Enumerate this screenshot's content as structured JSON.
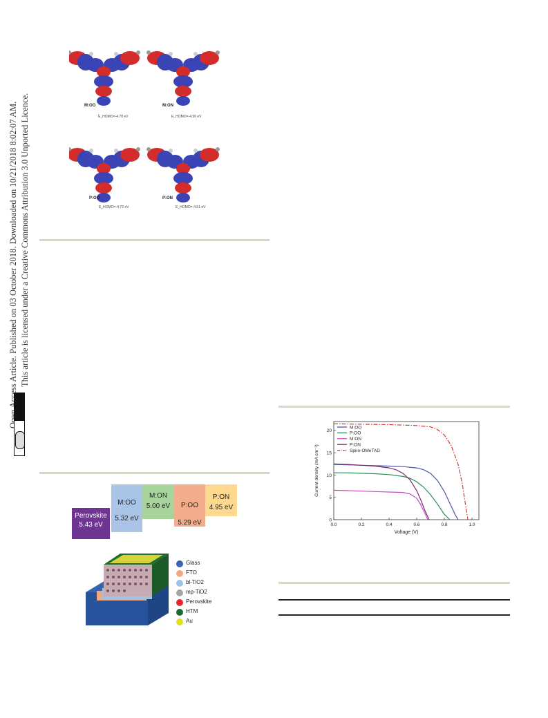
{
  "sidebar": {
    "line1": "Open Access Article. Published on 03 October 2018. Downloaded on 10/21/2018 8:02:07 AM.",
    "line2": "This article is licensed under a Creative Commons Attribution 3.0 Unported Licence.",
    "cc_badge": "cc",
    "by_badge": "BY"
  },
  "orbitals": [
    {
      "name": "M:OO",
      "energy": "E_HOMO=-4.78 eV"
    },
    {
      "name": "M:ON",
      "energy": "E_HOMO=-4.56 eV"
    },
    {
      "name": "P:OO",
      "energy": "E_HOMO=-4.72 eV"
    },
    {
      "name": "P:ON",
      "energy": "E_HOMO=-4.51 eV"
    }
  ],
  "energy_levels": [
    {
      "name": "Perovskite",
      "value": "5.43 eV",
      "color": "#6f3592"
    },
    {
      "name": "M:OO",
      "value": "5.32 eV",
      "color": "#a9c4e6"
    },
    {
      "name": "M:ON",
      "value": "5.00 eV",
      "color": "#a6d49a"
    },
    {
      "name": "P:OO",
      "value": "5.29 eV",
      "color": "#f4ad8c"
    },
    {
      "name": "P:ON",
      "value": "4.95 eV",
      "color": "#fcd98e"
    }
  ],
  "device_legend": [
    {
      "label": "Glass",
      "color": "#3a62b3"
    },
    {
      "label": "FTO",
      "color": "#f2a77e"
    },
    {
      "label": "bl-TiO2",
      "color": "#9dc3e6"
    },
    {
      "label": "mp-TiO2",
      "color": "#a6a6a6"
    },
    {
      "label": "Perovskite",
      "color": "#e8262e"
    },
    {
      "label": "HTM",
      "color": "#1d6b2f"
    },
    {
      "label": "Au",
      "color": "#e2de1f"
    }
  ],
  "chart_data": {
    "type": "line",
    "xlabel": "Voltage (V)",
    "ylabel": "Current density (mA cm⁻²)",
    "xlim": [
      0.0,
      1.05
    ],
    "ylim": [
      0,
      22
    ],
    "xticks": [
      "0.0",
      "0.2",
      "0.4",
      "0.6",
      "0.8",
      "1.0"
    ],
    "yticks": [
      "0",
      "5",
      "10",
      "15",
      "20"
    ],
    "legend_position": "top-left",
    "series": [
      {
        "name": "M:OO",
        "color": "#4a55a8",
        "dash": "none",
        "x": [
          0.0,
          0.1,
          0.2,
          0.3,
          0.4,
          0.5,
          0.6,
          0.65,
          0.7,
          0.75,
          0.8,
          0.85,
          0.88,
          0.9
        ],
        "y": [
          12.4,
          12.3,
          12.2,
          12.1,
          12.0,
          11.9,
          11.6,
          11.2,
          10.4,
          8.8,
          6.3,
          3.0,
          1.0,
          0.0
        ]
      },
      {
        "name": "P:OO",
        "color": "#2e8b57",
        "dash": "none",
        "x": [
          0.0,
          0.1,
          0.2,
          0.3,
          0.4,
          0.5,
          0.55,
          0.6,
          0.65,
          0.7,
          0.75,
          0.8,
          0.84
        ],
        "y": [
          10.5,
          10.5,
          10.4,
          10.3,
          10.1,
          9.7,
          9.3,
          8.5,
          7.3,
          5.6,
          3.5,
          1.2,
          0.0
        ]
      },
      {
        "name": "M:ON",
        "color": "#c84cc0",
        "dash": "none",
        "x": [
          0.0,
          0.1,
          0.2,
          0.3,
          0.4,
          0.5,
          0.55,
          0.6,
          0.63,
          0.66,
          0.68
        ],
        "y": [
          6.6,
          6.5,
          6.4,
          6.3,
          6.2,
          6.1,
          5.8,
          4.8,
          3.3,
          1.4,
          0.0
        ]
      },
      {
        "name": "P:ON",
        "color": "#7b2a6e",
        "dash": "none",
        "x": [
          0.0,
          0.1,
          0.2,
          0.3,
          0.4,
          0.45,
          0.5,
          0.55,
          0.6,
          0.63,
          0.66,
          0.69
        ],
        "y": [
          12.5,
          12.4,
          12.2,
          12.0,
          11.6,
          11.2,
          10.4,
          9.0,
          6.5,
          4.4,
          2.0,
          0.0
        ]
      },
      {
        "name": "Spiro-OMeTAD",
        "color": "#d23a3a",
        "dash": "6,2,1.5,2",
        "x": [
          0.0,
          0.2,
          0.4,
          0.6,
          0.7,
          0.75,
          0.8,
          0.85,
          0.9,
          0.93,
          0.95,
          0.97
        ],
        "y": [
          21.5,
          21.4,
          21.3,
          21.1,
          20.8,
          20.2,
          19.0,
          16.6,
          12.4,
          8.0,
          4.0,
          0.0
        ]
      }
    ]
  }
}
